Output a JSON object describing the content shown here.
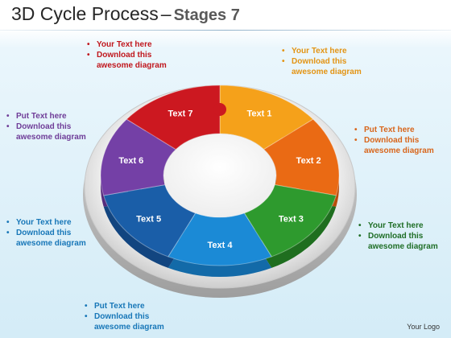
{
  "title": {
    "main": "3D Cycle Process",
    "dash": "–",
    "sub": "Stages 7"
  },
  "segments": [
    {
      "label": "Text 1",
      "color": "#f5a11a",
      "dark": "#c77a08"
    },
    {
      "label": "Text 2",
      "color": "#ea6a14",
      "dark": "#b84d0a"
    },
    {
      "label": "Text 3",
      "color": "#2e9a2e",
      "dark": "#1f6e1f"
    },
    {
      "label": "Text 4",
      "color": "#1b8ad6",
      "dark": "#136aa8"
    },
    {
      "label": "Text 5",
      "color": "#1a5ea8",
      "dark": "#124580"
    },
    {
      "label": "Text 6",
      "color": "#7440a6",
      "dark": "#552c7d"
    },
    {
      "label": "Text 7",
      "color": "#cc1820",
      "dark": "#9a1016"
    }
  ],
  "callouts": {
    "top_red": [
      "Your Text here",
      "Download this awesome diagram"
    ],
    "top_orange": [
      "Your Text here",
      "Download this awesome diagram"
    ],
    "right_orange": [
      "Put Text here",
      "Download this awesome diagram"
    ],
    "right_green": [
      "Your Text here",
      "Download this awesome diagram"
    ],
    "left_purple": [
      "Put Text here",
      "Download this awesome diagram"
    ],
    "left_blue": [
      "Your Text here",
      "Download this awesome diagram"
    ],
    "bottom_blue": [
      "Put Text here",
      "Download this awesome diagram"
    ]
  },
  "logo": "Your Logo"
}
